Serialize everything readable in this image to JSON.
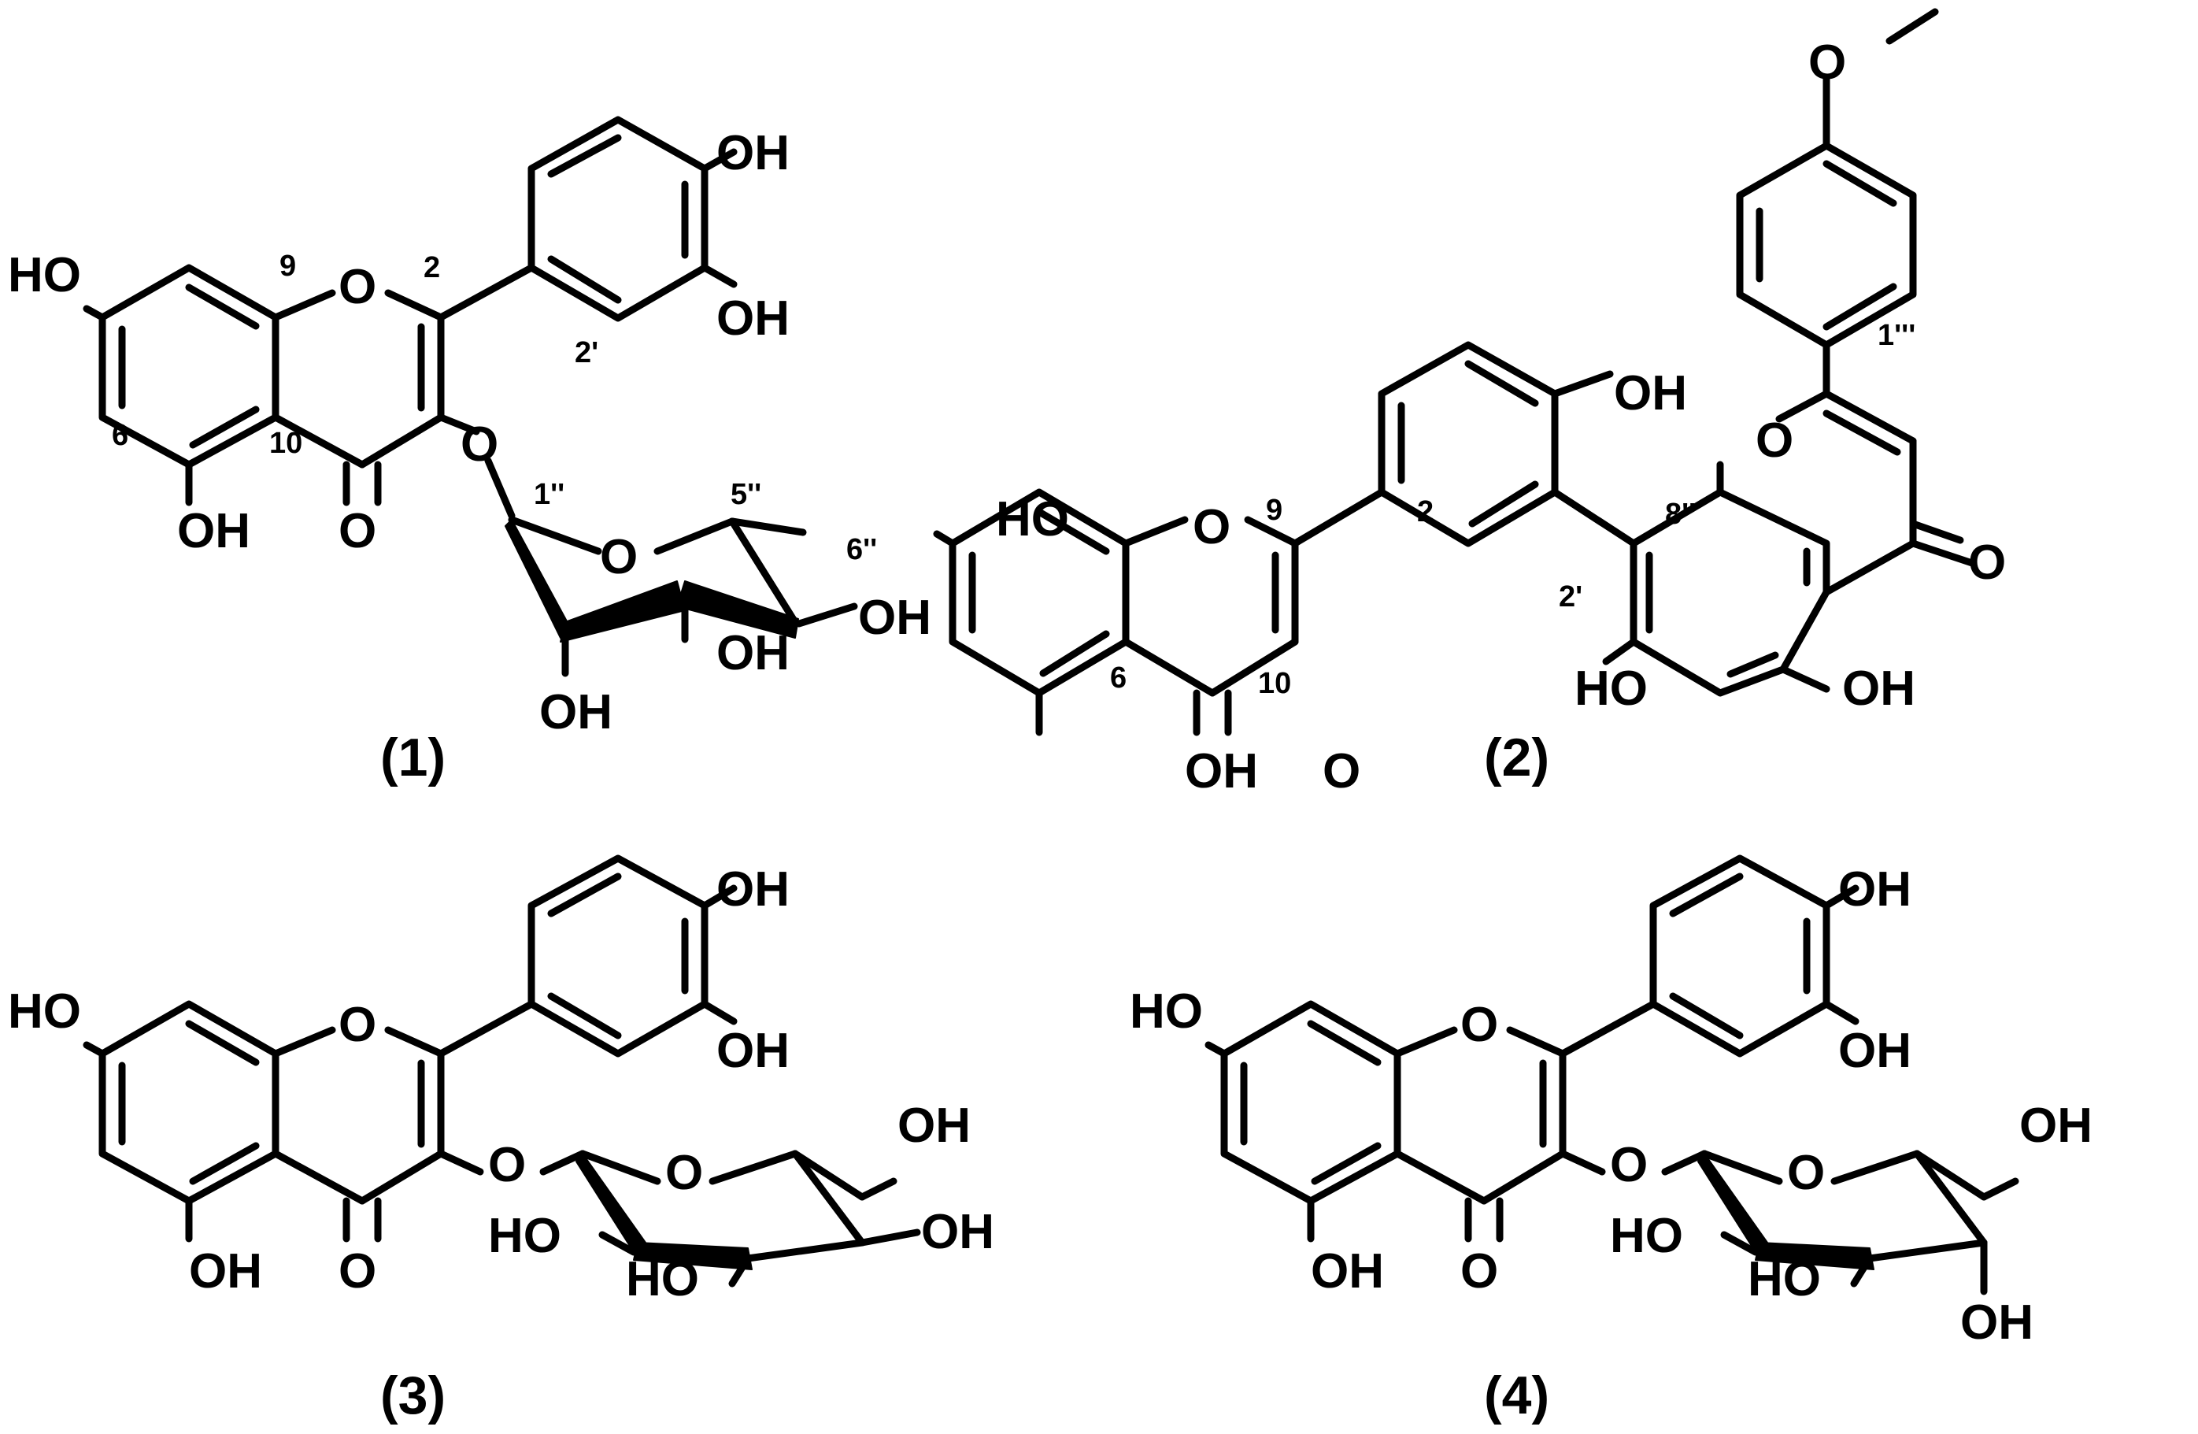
{
  "compounds": [
    {
      "caption": "(1)",
      "atom_labels": [
        "OH",
        "OH",
        "HO",
        "O",
        "OH",
        "O",
        "O",
        "O",
        "OH",
        "OH",
        "OH"
      ],
      "position_labels": [
        "9",
        "2",
        "2'",
        "6",
        "10",
        "1''",
        "5''",
        "6''"
      ]
    },
    {
      "caption": "(2)",
      "atom_labels": [
        "O",
        "OH",
        "O",
        "HO",
        "O",
        "OH",
        "O",
        "O",
        "HO",
        "OH"
      ],
      "position_labels": [
        "1'''",
        "8''",
        "9",
        "2",
        "2'",
        "6",
        "10"
      ]
    },
    {
      "caption": "(3)",
      "atom_labels": [
        "OH",
        "OH",
        "HO",
        "O",
        "O",
        "O",
        "OH",
        "OH",
        "O",
        "HO",
        "HO",
        "OH"
      ]
    },
    {
      "caption": "(4)",
      "atom_labels": [
        "OH",
        "OH",
        "HO",
        "O",
        "O",
        "O",
        "OH",
        "OH",
        "O",
        "HO",
        "HO",
        "OH"
      ]
    }
  ]
}
